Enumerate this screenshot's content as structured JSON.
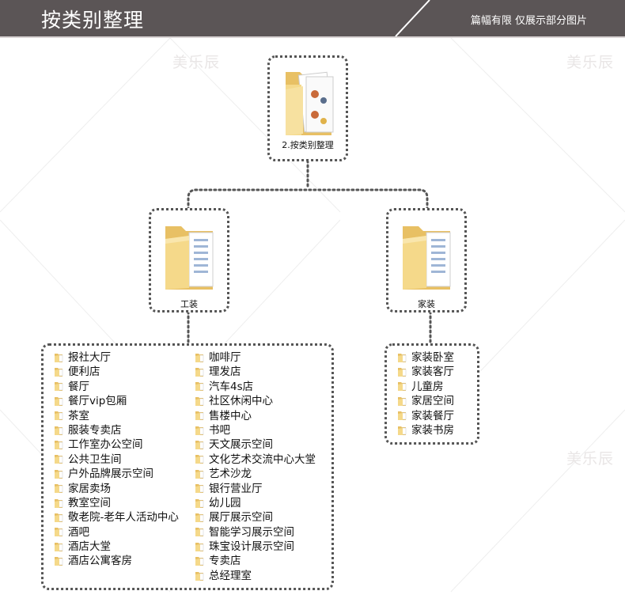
{
  "header": {
    "title": "按类别整理",
    "note": "篇幅有限 仅展示部分图片"
  },
  "watermark": "美乐辰",
  "root": {
    "label": "2.按类别整理",
    "icon": "folder-with-photos-icon"
  },
  "branches": [
    {
      "label": "工装",
      "icon": "folder-with-documents-icon",
      "columns": [
        [
          "报社大厅",
          "便利店",
          "餐厅",
          "餐厅vip包厢",
          "茶室",
          "服装专卖店",
          "工作室办公空间",
          "公共卫生间",
          "户外品牌展示空间",
          "家居卖场",
          "教室空间",
          "敬老院-老年人活动中心",
          "酒吧",
          "酒店大堂",
          "酒店公寓客房"
        ],
        [
          "咖啡厅",
          "理发店",
          "汽车4s店",
          "社区休闲中心",
          "售楼中心",
          "书吧",
          "天文展示空间",
          "文化艺术交流中心大堂",
          "艺术沙龙",
          "银行营业厅",
          "幼儿园",
          "展厅展示空间",
          "智能学习展示空间",
          "珠宝设计展示空间",
          "专卖店",
          "总经理室"
        ]
      ]
    },
    {
      "label": "家装",
      "icon": "folder-with-documents-icon",
      "columns": [
        [
          "家装卧室",
          "家装客厅",
          "儿童房",
          "家居空间",
          "家装餐厅",
          "家装书房"
        ]
      ]
    }
  ],
  "colors": {
    "header_bg": "#5b5556",
    "folder": "#f5d98a",
    "folder_dark": "#e8c064",
    "border": "#555555"
  }
}
